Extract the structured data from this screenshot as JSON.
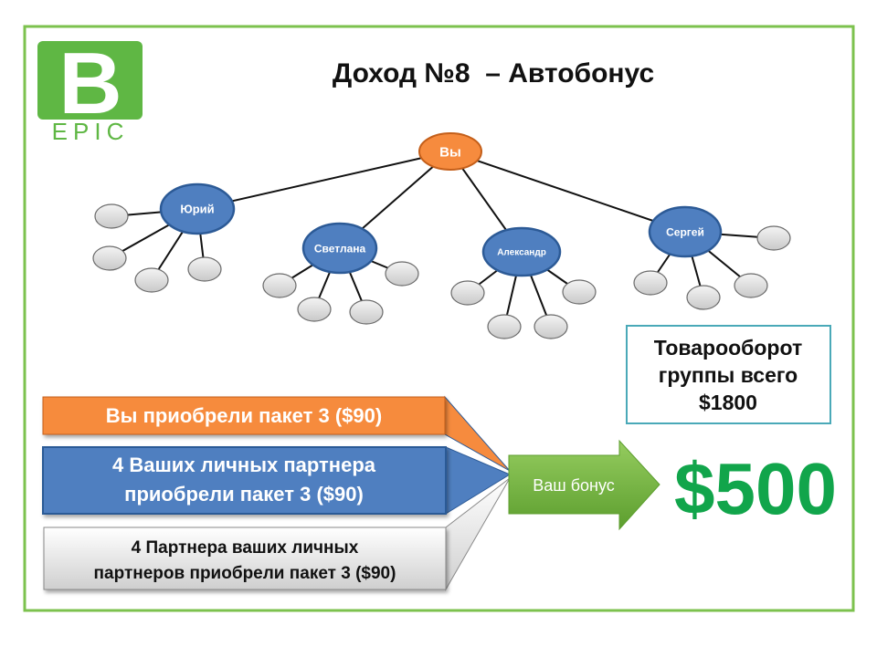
{
  "colors": {
    "frame": "#7cc24e",
    "orange": "#f68b3e",
    "blue": "#4f7fc0",
    "blue_dark": "#2c5a96",
    "gray": "#dcdcdc",
    "arrow_green": "#74b640",
    "big_green": "#11a54b",
    "teal_border": "#4aa9b8",
    "logo_green": "#5fb744"
  },
  "logo": {
    "letter": "B",
    "text": "EPIC"
  },
  "title": "Доход №8  – Автобонус",
  "tree": {
    "root": "Вы",
    "children": [
      {
        "name": "Юрий",
        "sub_count": 4
      },
      {
        "name": "Светлана",
        "sub_count": 4
      },
      {
        "name": "Александр",
        "sub_count": 4
      },
      {
        "name": "Сергей",
        "sub_count": 4
      }
    ]
  },
  "turnover": {
    "line1": "Товарооборот",
    "line2": "группы всего",
    "line3": "$1800"
  },
  "conditions": {
    "you": "Вы приобрели пакет 3 ($90)",
    "partners_line1": "4 Ваших личных партнера",
    "partners_line2": "приобрели пакет 3 ($90)",
    "second_line1": "4 Партнера ваших личных",
    "second_line2": "партнеров приобрели пакет 3 ($90)"
  },
  "bonus": {
    "label": "Ваш бонус",
    "amount": "$500"
  }
}
